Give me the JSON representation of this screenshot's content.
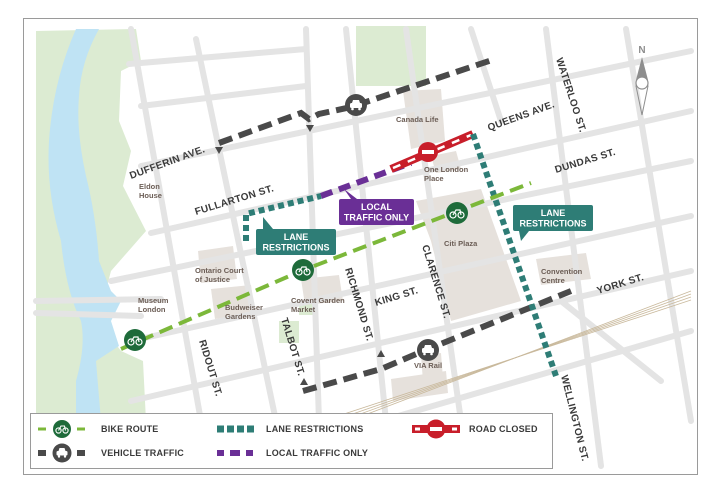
{
  "map": {
    "compass": {
      "label": "N"
    },
    "streets": {
      "dufferin": "DUFFERIN AVE.",
      "fullarton": "FULLARTON ST.",
      "queens": "QUEENS AVE.",
      "dundas": "DUNDAS ST.",
      "waterloo": "WATERLOO ST.",
      "king": "KING ST.",
      "york": "YORK ST.",
      "richmond": "RICHMOND ST.",
      "clarence": "CLARENCE ST.",
      "talbot": "TALBOT ST.",
      "ridout": "RIDOUT ST.",
      "wellington": "WELLINGTON ST."
    },
    "places": {
      "canada_life": "Canada Life",
      "one_london_1": "One London",
      "one_london_2": "Place",
      "eldon_1": "Eldon",
      "eldon_2": "House",
      "citi_plaza": "Citi Plaza",
      "convention_1": "Convention",
      "convention_2": "Centre",
      "court_1": "Ontario Court",
      "court_2": "of Justice",
      "museum_1": "Museum",
      "museum_2": "London",
      "budweiser_1": "Budweiser",
      "budweiser_2": "Gardens",
      "covent_1": "Covent Garden",
      "covent_2": "Market",
      "via_rail": "VIA Rail"
    },
    "callouts": {
      "local_traffic_1": "LOCAL",
      "local_traffic_2": "TRAFFIC ONLY",
      "lane_left_1": "LANE",
      "lane_left_2": "RESTRICTIONS",
      "lane_right_1": "LANE",
      "lane_right_2": "RESTRICTIONS"
    },
    "icons": {
      "bike": "bike-icon",
      "car": "car-icon",
      "road_closed": "road-closed-icon",
      "compass": "compass-icon"
    }
  },
  "legend": {
    "bike_route": "BIKE ROUTE",
    "vehicle_traffic": "VEHICLE TRAFFIC",
    "lane_restrictions": "LANE RESTRICTIONS",
    "local_traffic_only": "LOCAL TRAFFIC ONLY",
    "road_closed": "ROAD CLOSED"
  },
  "colors": {
    "bike_route": "#7cb83a",
    "bike_icon_bg": "#1e6b3a",
    "vehicle_traffic": "#4a4a4a",
    "lane_restrictions": "#2e7d76",
    "local_traffic_only": "#6a2f96",
    "road_closed": "#c81e2a",
    "park": "#dcebd2",
    "river": "#bfe3f4",
    "building": "#e6e1dc",
    "street": "#e4e4e4"
  }
}
